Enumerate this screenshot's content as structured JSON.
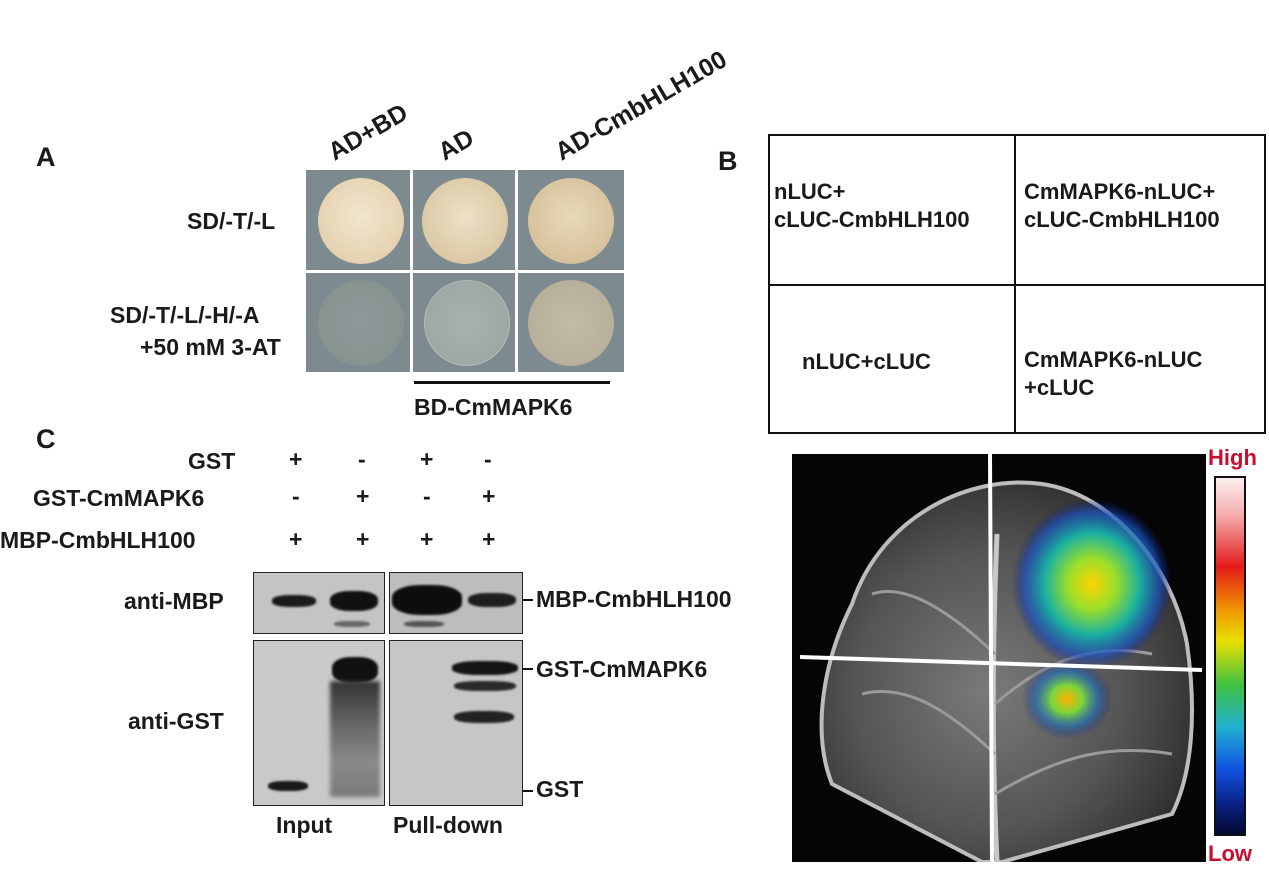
{
  "panelA": {
    "letter": "A",
    "columns": [
      "AD+BD",
      "AD",
      "AD-CmbHLH100"
    ],
    "rows": [
      "SD/-T/-L",
      "SD/-T/-L/-H/-A",
      "+50 mM 3-AT"
    ],
    "bait_label": "BD-CmMAPK6"
  },
  "panelB": {
    "letter": "B",
    "cells": {
      "tl_line1": "nLUC+",
      "tl_line2": "cLUC-CmbHLH100",
      "tr_line1": "CmMAPK6-nLUC+",
      "tr_line2": "cLUC-CmbHLH100",
      "bl": "nLUC+cLUC",
      "br_line1": "CmMAPK6-nLUC",
      "br_line2": "+cLUC"
    },
    "scale_high": "High",
    "scale_low": "Low",
    "colors": {
      "scale_label": "#c8102e"
    }
  },
  "panelC": {
    "letter": "C",
    "rows": [
      {
        "name": "GST",
        "signs": [
          "+",
          "-",
          "+",
          "-"
        ]
      },
      {
        "name": "GST-CmMAPK6",
        "signs": [
          "-",
          "+",
          "-",
          "+"
        ]
      },
      {
        "name": "MBP-CmbHLH100",
        "signs": [
          "+",
          "+",
          "+",
          "+"
        ]
      }
    ],
    "antibodies": [
      "anti-MBP",
      "anti-GST"
    ],
    "bands": [
      "MBP-CmbHLH100",
      "GST-CmMAPK6",
      "GST"
    ],
    "groups": [
      "Input",
      "Pull-down"
    ]
  }
}
